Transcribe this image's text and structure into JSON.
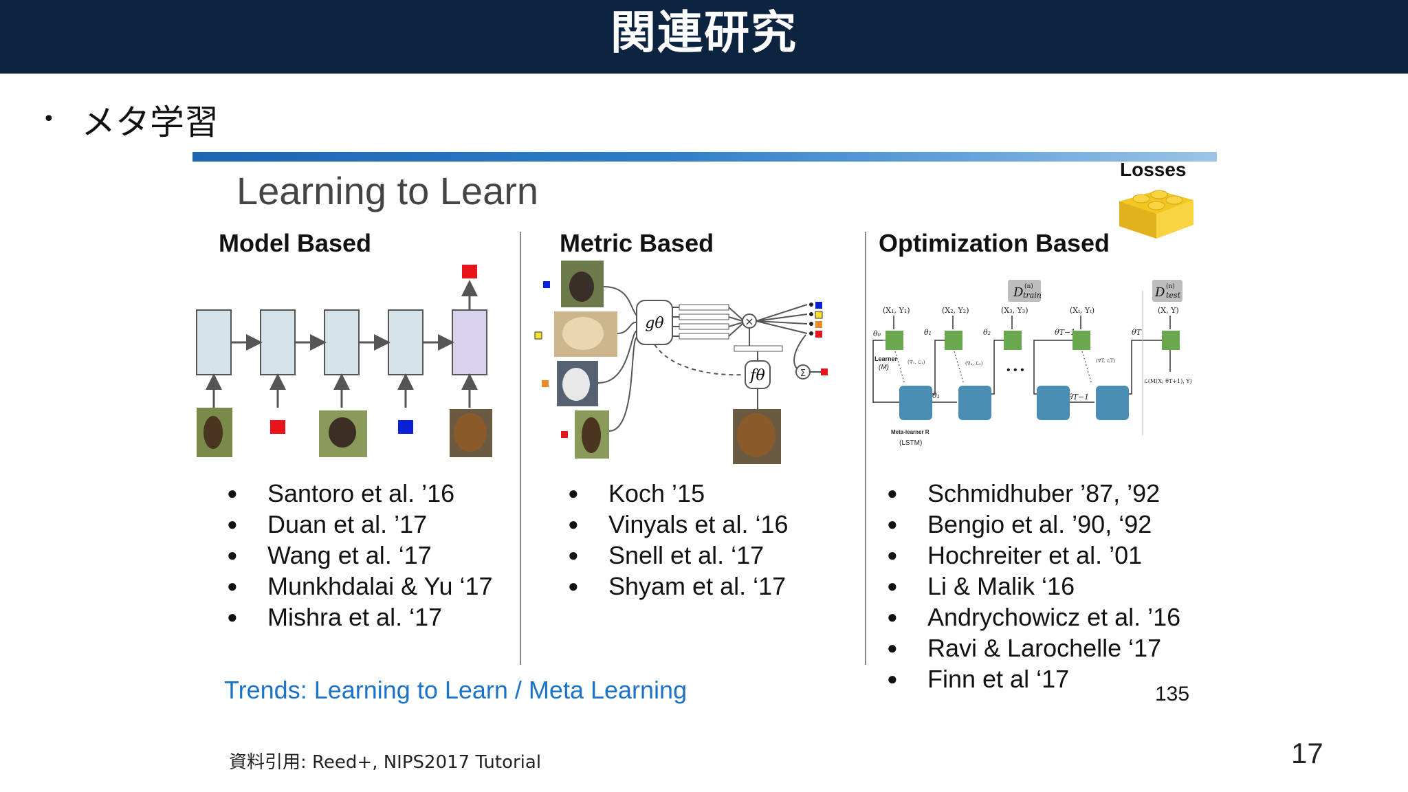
{
  "header": {
    "title": "関連研究"
  },
  "main_bullet": "メタ学習",
  "slide": {
    "title": "Learning to Learn",
    "losses_label": "Losses",
    "columns": [
      {
        "heading": "Model Based",
        "refs": [
          "Santoro et al. ’16",
          "Duan et al. ’17",
          "Wang et al. ‘17",
          "Munkhdalai & Yu ‘17",
          "Mishra et al. ‘17"
        ]
      },
      {
        "heading": "Metric Based",
        "refs": [
          "Koch ’15",
          "Vinyals et al. ‘16",
          "Snell et al. ‘17",
          "Shyam et al. ‘17"
        ]
      },
      {
        "heading": "Optimization Based",
        "refs": [
          "Schmidhuber ’87, ’92",
          "Bengio et al. ’90, ‘92",
          "Hochreiter et al. ’01",
          "Li & Malik ‘16",
          "Andrychowicz et al. ’16",
          "Ravi & Larochelle ‘17",
          "Finn et al ‘17"
        ]
      }
    ],
    "trends_link": "Trends: Learning to Learn / Meta Learning",
    "slide_number": "135",
    "diagram_labels": {
      "g_theta": "gθ",
      "f_theta": "fθ",
      "d_train": "D",
      "d_train_sup": "(n)",
      "d_train_sub": "train",
      "d_test": "D",
      "d_test_sup": "(n)",
      "d_test_sub": "test",
      "x1y1": "(X₁, Y₁)",
      "x2y2": "(X₂, Y₂)",
      "x3y3": "(X₃, Y₃)",
      "xtyt": "(Xₜ, Yₜ)",
      "xy": "(X, Y)",
      "theta0": "θ₀",
      "theta1": "θ₁",
      "theta2": "θ₂",
      "theta_t1": "θT−1",
      "theta_t": "θT",
      "learner": "Learner",
      "learner_m": "(M)",
      "grad1": "(∇₁, ℒ₁)",
      "grad2": "(∇₂, ℒ₂)",
      "gradt": "(∇T, ℒT)",
      "dots": "• • •",
      "meta_learner": "Meta-learner R",
      "lstm": "(LSTM)",
      "loss_expr": "ℒ(M(X; θT+1), Y)"
    }
  },
  "footer": {
    "source": "資料引用: Reed+, NIPS2017 Tutorial",
    "page_number": "17"
  },
  "colors": {
    "header_bg": "#0d2440",
    "link": "#1a73c8",
    "box_blue": "#d6e3e8",
    "box_purple": "#d9d2ec",
    "green": "#6aa84f",
    "teal": "#4a8db3",
    "red": "#e8141b",
    "blue_square": "#0a1fd6",
    "lego_yellow": "#f3c623"
  }
}
